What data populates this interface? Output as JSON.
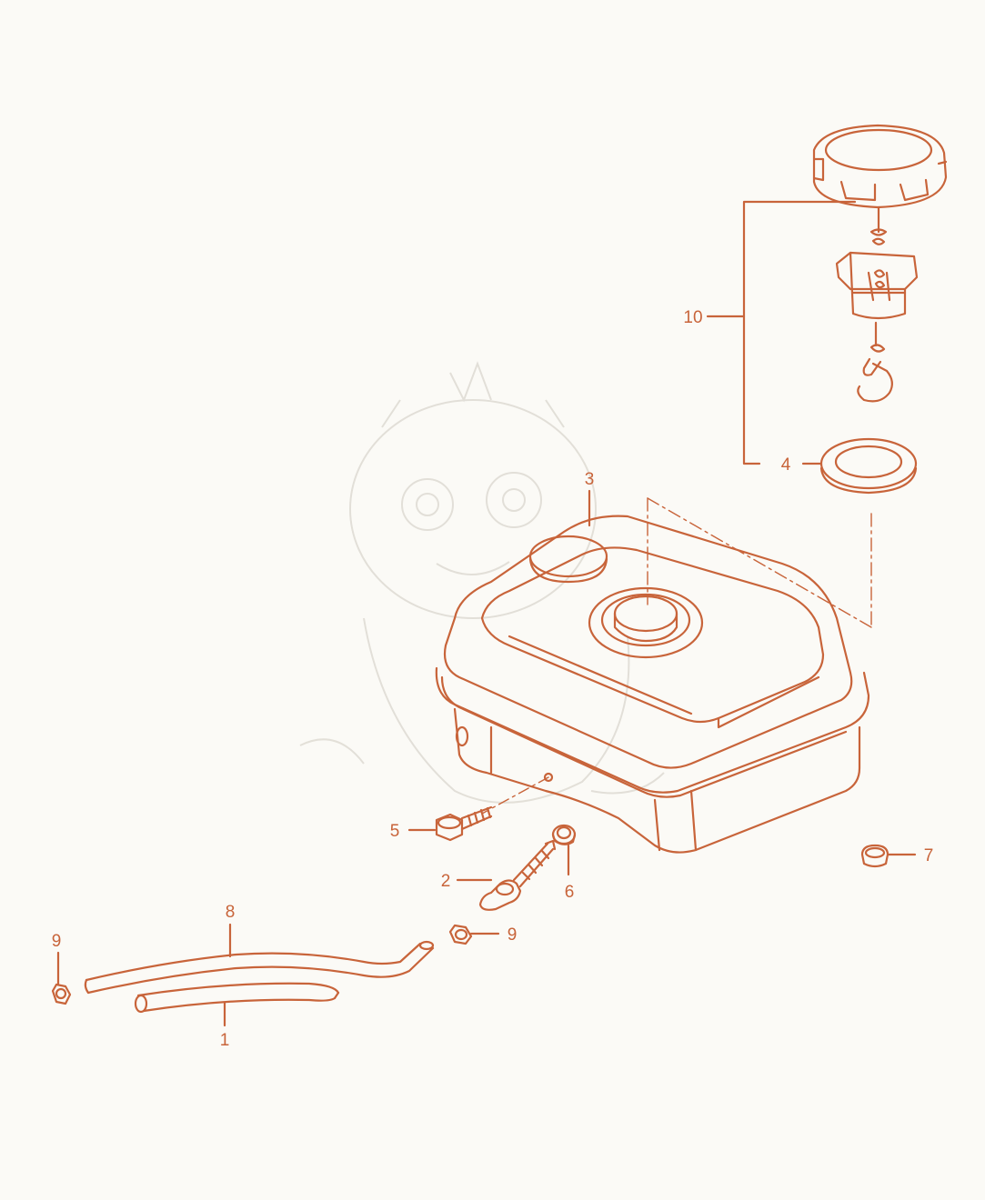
{
  "colors": {
    "line": "#c8643a",
    "background": "#fbfaf6",
    "watermark": "#d8d4cc"
  },
  "diagram": {
    "description_visible": false,
    "callouts": {
      "c1": "1",
      "c2": "2",
      "c3": "3",
      "c4": "4",
      "c5": "5",
      "c6": "6",
      "c7": "7",
      "c8": "8",
      "c9a": "9",
      "c9b": "9",
      "c10": "10"
    }
  }
}
